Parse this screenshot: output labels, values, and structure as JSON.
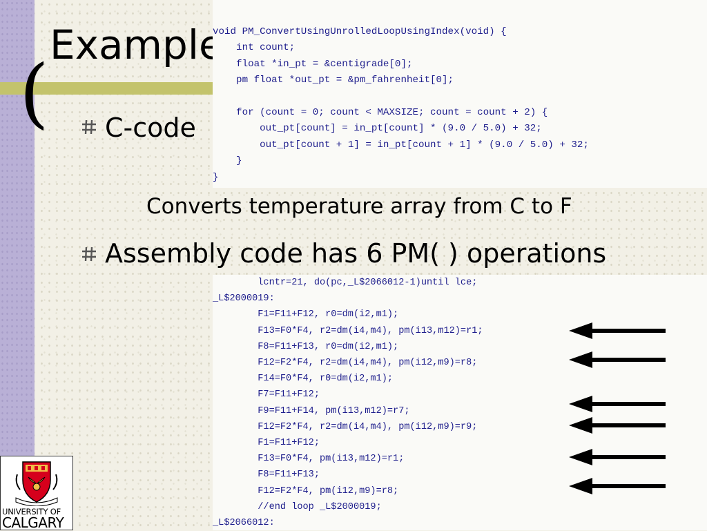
{
  "slide": {
    "title": "Example",
    "bracket": "(",
    "bullets": [
      {
        "icon": "hash-bullet-icon",
        "text": "C-code"
      },
      {
        "icon": "hash-bullet-icon",
        "text": "Assembly code has 6 PM( ) operations"
      }
    ],
    "caption": "Converts temperature array from C to F"
  },
  "c_code": [
    "void PM_ConvertUsingUnrolledLoopUsingIndex(void) {",
    "    int count;",
    "    float *in_pt = &centigrade[0];",
    "    pm float *out_pt = &pm_fahrenheit[0];",
    "",
    "    for (count = 0; count < MAXSIZE; count = count + 2) {",
    "        out_pt[count] = in_pt[count] * (9.0 / 5.0) + 32;",
    "        out_pt[count + 1] = in_pt[count + 1] * (9.0 / 5.0) + 32;",
    "    }",
    "}"
  ],
  "asm_code": [
    "        lcntr=21, do(pc,_L$2066012-1)until lce;",
    "_L$2000019:",
    "        F1=F11+F12, r0=dm(i2,m1);",
    "        F13=F0*F4, r2=dm(i4,m4), pm(i13,m12)=r1;",
    "        F8=F11+F13, r0=dm(i2,m1);",
    "        F12=F2*F4, r2=dm(i4,m4), pm(i12,m9)=r8;",
    "        F14=F0*F4, r0=dm(i2,m1);",
    "        F7=F11+F12;",
    "        F9=F11+F14, pm(i13,m12)=r7;",
    "        F12=F2*F4, r2=dm(i4,m4), pm(i12,m9)=r9;",
    "        F1=F11+F12;",
    "        F13=F0*F4, pm(i13,m12)=r1;",
    "        F8=F11+F13;",
    "        F12=F2*F4, pm(i12,m9)=r8;",
    "        //end loop _L$2000019;",
    "_L$2066012:"
  ],
  "logo": {
    "line1": "UNIVERSITY OF",
    "line2": "CALGARY",
    "colors": {
      "red": "#d6001c",
      "gold": "#f1be48",
      "black": "#000000"
    }
  },
  "colors": {
    "background": "#f2f0e6",
    "left_bar": "#b9b0d6",
    "green_band": "#c3c36c",
    "code_text": "#1e1e8c"
  }
}
